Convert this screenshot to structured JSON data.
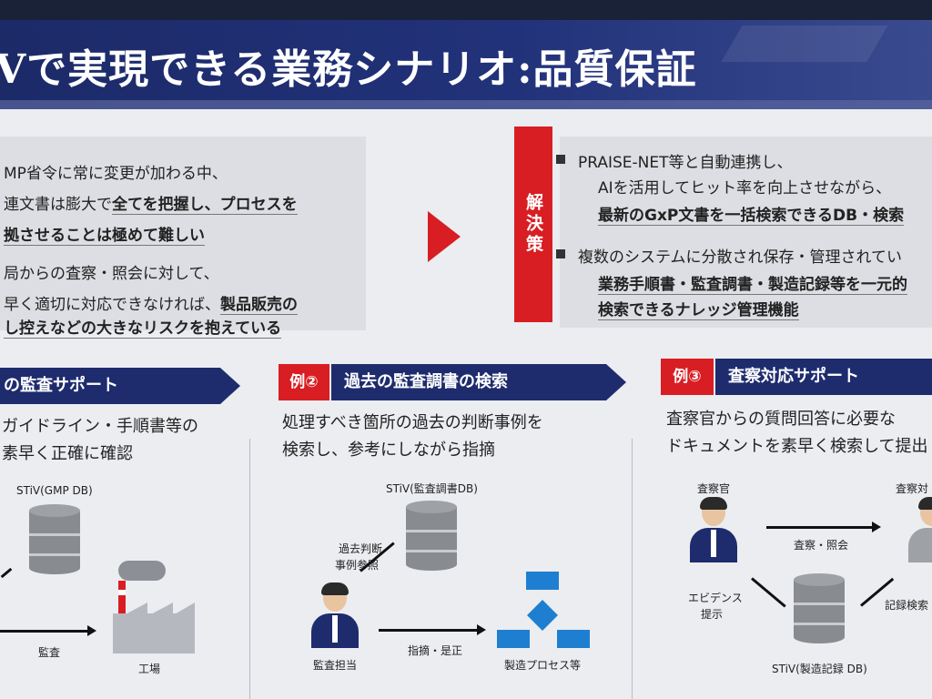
{
  "header": {
    "title": "Vで実現できる業務シナリオ:品質保証"
  },
  "problem": {
    "line1": "MP省令に常に変更が加わる中、",
    "line2a": "連文書は膨大で",
    "line2b": "全てを把握し、プロセスを",
    "line3": "拠させることは極めて難しい",
    "line4": "局からの査察・照会に対して、",
    "line5a": "早く適切に対応できなければ、",
    "line5b": "製品販売の",
    "line6": "し控えなどの大きなリスクを抱えている"
  },
  "solution": {
    "tag": "解決策",
    "item1_line1": "PRAISE-NET等と自動連携し、",
    "item1_line2": "AIを活用してヒット率を向上させながら、",
    "item1_line3": "最新のGxP文書を一括検索できるDB・検索",
    "item2_line1": "複数のシステムに分散され保存・管理されてい",
    "item2_line2": "業務手順書・監査調書・製造記録等を一元的",
    "item2_line3": "検索できるナレッジ管理機能"
  },
  "example1": {
    "title": "の監査サポート",
    "desc_line1": "ガイドライン・手順書等の",
    "desc_line2": "素早く正確に確認",
    "db_label": "STiV(GMP DB)",
    "arrow_label": "監査",
    "factory_label": "工場"
  },
  "example2": {
    "badge": "例②",
    "title": "過去の監査調書の検索",
    "desc_line1": "処理すべき箇所の過去の判断事例を",
    "desc_line2": "検索し、参考にしながら指摘",
    "db_label": "STiV(監査調書DB)",
    "ref_label_line1": "過去判断",
    "ref_label_line2": "事例参照",
    "person_label": "監査担当",
    "arrow_label": "指摘・是正",
    "process_label": "製造プロセス等"
  },
  "example3": {
    "badge": "例③",
    "title": "査察対応サポート",
    "desc_line1": "査察官からの質問回答に必要な",
    "desc_line2": "ドキュメントを素早く検索して提出",
    "inspector_label": "査察官",
    "responder_label": "査察対",
    "arrow_label": "査察・照会",
    "evidence_line1": "エビデンス",
    "evidence_line2": "提示",
    "record_label": "記録検索",
    "db_label": "STiV(製造記録 DB)"
  }
}
